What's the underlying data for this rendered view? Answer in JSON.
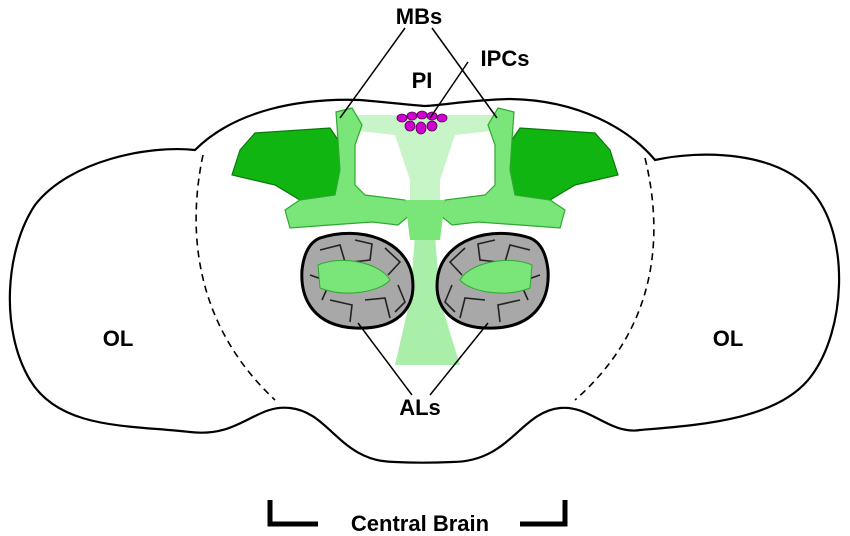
{
  "labels": {
    "mbs": "MBs",
    "ipcs": "IPCs",
    "pi": "PI",
    "ol_left": "OL",
    "ol_right": "OL",
    "als": "ALs",
    "central_brain": "Central Brain"
  },
  "colors": {
    "green_dark": "#11b511",
    "green_light": "#7ae67a",
    "green_pale": "#c8f5c8",
    "magenta": "#d000d0",
    "lobe_gray": "#a8a8a8",
    "outline": "#000000"
  }
}
